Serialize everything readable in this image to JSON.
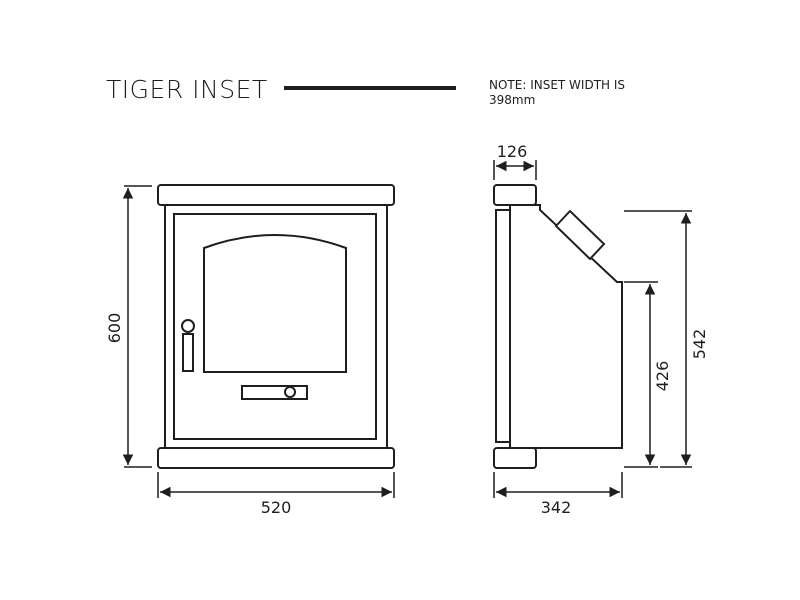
{
  "title": "TIGER INSET",
  "note": {
    "line1": "NOTE: INSET WIDTH IS",
    "line2": "398mm"
  },
  "front_view": {
    "height_label": "600",
    "width_label": "520"
  },
  "side_view": {
    "top_depth_label": "126",
    "depth_label": "342",
    "body_height_label": "426",
    "overall_height_label": "542"
  }
}
